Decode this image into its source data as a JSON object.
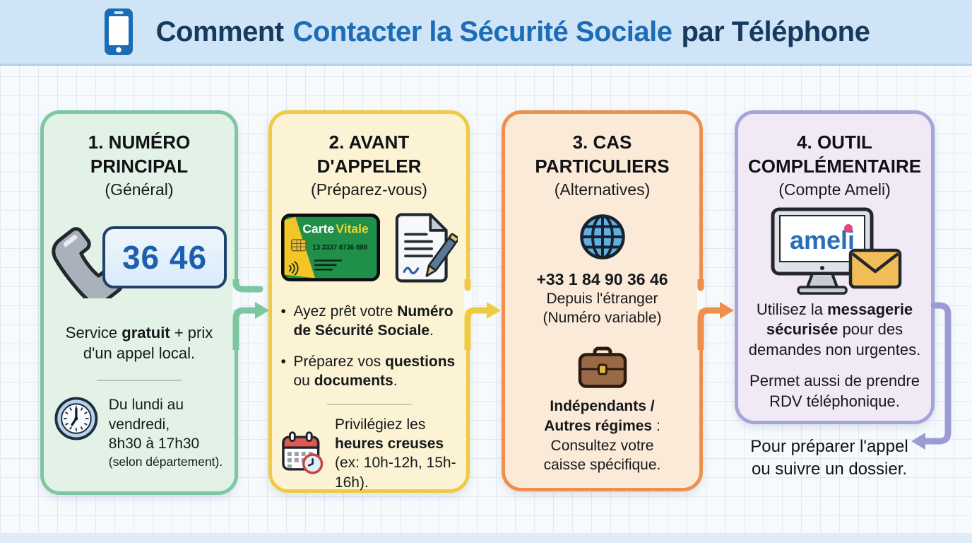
{
  "header": {
    "title_dark1": "Comment",
    "title_blue": "Contacter la Sécurité Sociale",
    "title_dark2": "par Téléphone"
  },
  "colors": {
    "header_bg": "#cfe5f7",
    "title_dark": "#17395d",
    "title_blue": "#1c6cb6",
    "card1_accent": "#7cc7a1",
    "card2_accent": "#efcb44",
    "card3_accent": "#ef8f4b",
    "card4_accent": "#a6a5d8",
    "number_blue": "#1d5fae"
  },
  "icons": {
    "header": "smartphone-icon",
    "card1": [
      "phone-handset-icon",
      "clock-icon"
    ],
    "card2": [
      "carte-vitale-icon",
      "document-pen-icon",
      "calendar-clock-icon"
    ],
    "card3": [
      "globe-icon",
      "briefcase-icon"
    ],
    "card4": [
      "ameli-computer-icon",
      "envelope-icon"
    ],
    "connectors": [
      "arrow-right-green",
      "arrow-right-yellow",
      "arrow-right-orange",
      "loop-arrow-purple"
    ]
  },
  "card1": {
    "title": "1. NUMÉRO PRINCIPAL",
    "subtitle": "(Général)",
    "number": "36 46",
    "service_pre": "Service ",
    "service_bold": "gratuit",
    "service_post": " + prix d'un appel local.",
    "hours_line1": "Du lundi au vendredi,",
    "hours_line2": "8h30 à 17h30",
    "hours_line3": "(selon département)."
  },
  "card2": {
    "title": "2. AVANT D'APPELER",
    "subtitle": "(Préparez-vous)",
    "bullet": "•",
    "carte_word1": "Carte",
    "carte_word2": "Vitale",
    "carte_number": "13 3337 8736 888",
    "b1_pre": "Ayez prêt votre ",
    "b1_bold": "Numéro de Sécurité Sociale",
    "b1_post": ".",
    "b2_pre": "Préparez vos ",
    "b2_bold1": "questions",
    "b2_mid": " ou ",
    "b2_bold2": "documents",
    "b2_post": ".",
    "tip_pre": "Privilégiez les ",
    "tip_bold": "heures creuses",
    "tip_post": " (ex: 10h-12h, 15h-16h)."
  },
  "card3": {
    "title": "3. CAS PARTICULIERS",
    "subtitle": "(Alternatives)",
    "intl_number": "+33 1 84 90 36 46",
    "intl_line1": "Depuis l'étranger",
    "intl_line2": "(Numéro variable)",
    "indep_bold": "Indépendants / Autres régimes",
    "indep_colon": " :",
    "indep_text": "Consultez votre caisse spécifique."
  },
  "card4": {
    "title": "4. OUTIL COMPLÉMENTAIRE",
    "subtitle": "(Compte Ameli)",
    "ameli_logo": "ameli",
    "msg_pre": "Utilisez la ",
    "msg_bold": "messagerie sécurisée",
    "msg_post": " pour des demandes non urgentes.",
    "rdv": "Permet aussi de prendre RDV téléphonique."
  },
  "footer_note": "Pour préparer l'appel ou suivre un dossier."
}
